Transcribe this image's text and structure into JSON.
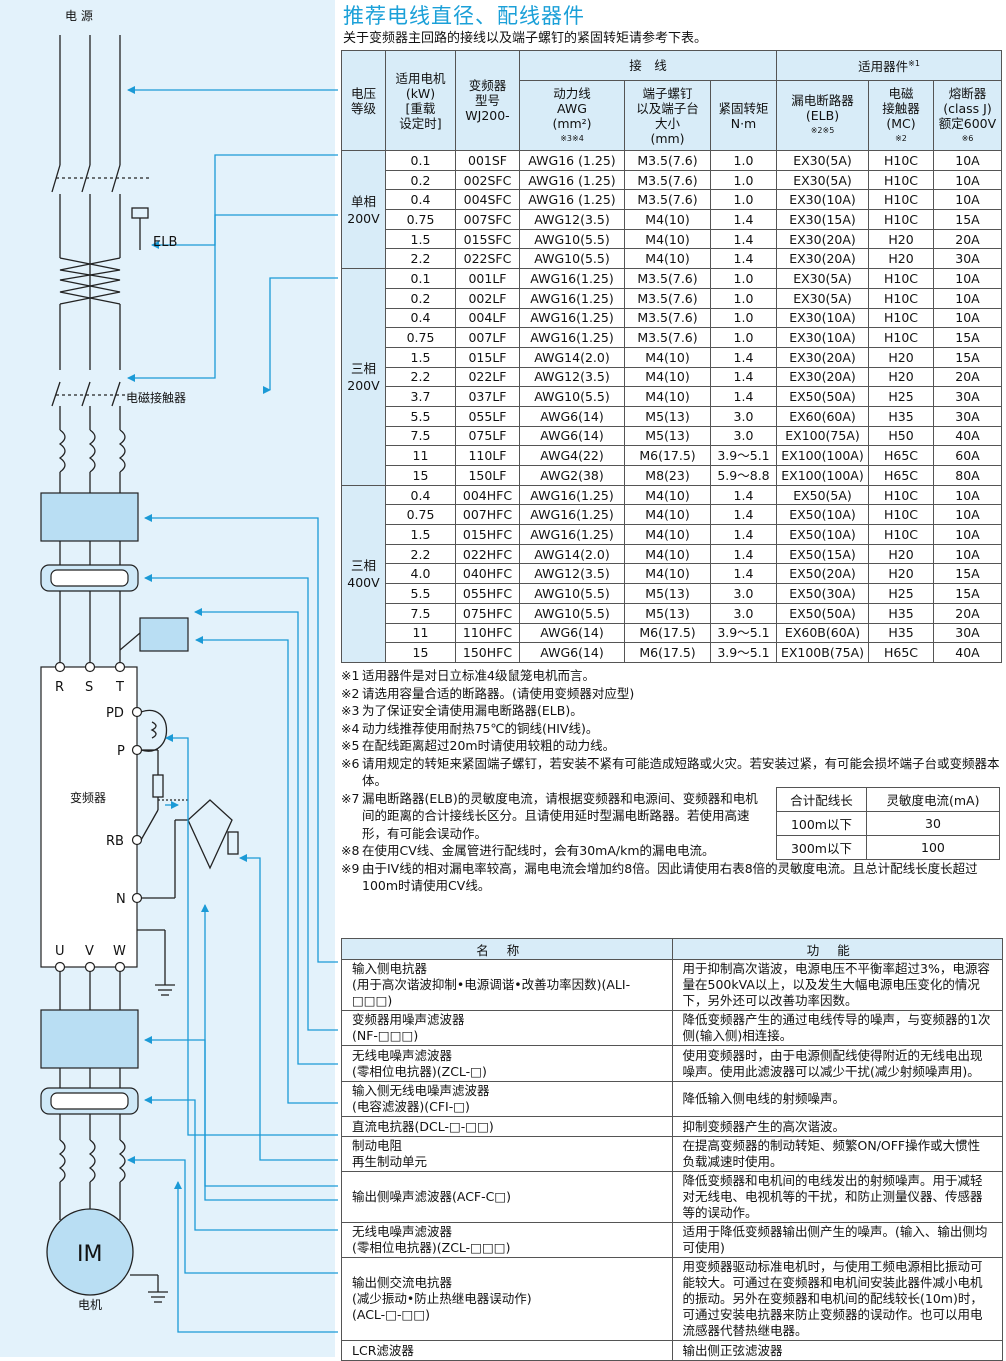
{
  "title": "推荐电线直径、配线器件",
  "subtitle": "关于变频器主回路的接线以及端子螺钉的紧固转矩请参考下表。",
  "diagram": {
    "power_label": "电 源",
    "elb_label": "ELB",
    "contactor_label": "电磁接触器",
    "inverter_label": "变频器",
    "motor_symbol": "IM",
    "motor_label": "电机",
    "terminals_in": [
      "R",
      "S",
      "T"
    ],
    "terminals_out": [
      "U",
      "V",
      "W"
    ],
    "terminal_pd": "PD",
    "terminal_p": "P",
    "terminal_rb": "RB",
    "terminal_n": "N"
  },
  "main_table": {
    "headers": {
      "voltage": [
        "电压",
        "等级"
      ],
      "motor": [
        "适用电机",
        "(kW)",
        "[重载",
        "设定时]"
      ],
      "model": [
        "变频器",
        "型号",
        "WJ200-"
      ],
      "wiring": "接　线",
      "devices": "适用器件",
      "devices_note": "※1",
      "power_line": [
        "动力线",
        "AWG",
        "(mm²)"
      ],
      "power_line_note": "※3※4",
      "screw": [
        "端子螺钉",
        "以及端子台",
        "大小",
        "(mm)"
      ],
      "torque": [
        "紧固转矩",
        "N·m"
      ],
      "elb": [
        "漏电断路器",
        "(ELB)"
      ],
      "elb_note": "※2※5",
      "mc": [
        "电磁",
        "接触器",
        "(MC)"
      ],
      "mc_note": "※2",
      "fuse": [
        "熔断器",
        "(class J)",
        "额定600V"
      ],
      "fuse_note": "※6"
    },
    "groups": [
      {
        "voltage": [
          "单相",
          "200V"
        ],
        "rows": [
          [
            "0.1",
            "001SF",
            "AWG16 (1.25)",
            "M3.5(7.6)",
            "1.0",
            "EX30(5A)",
            "H10C",
            "10A"
          ],
          [
            "0.2",
            "002SFC",
            "AWG16 (1.25)",
            "M3.5(7.6)",
            "1.0",
            "EX30(5A)",
            "H10C",
            "10A"
          ],
          [
            "0.4",
            "004SFC",
            "AWG16 (1.25)",
            "M3.5(7.6)",
            "1.0",
            "EX30(10A)",
            "H10C",
            "10A"
          ],
          [
            "0.75",
            "007SFC",
            "AWG12(3.5)",
            "M4(10)",
            "1.4",
            "EX30(15A)",
            "H10C",
            "15A"
          ],
          [
            "1.5",
            "015SFC",
            "AWG10(5.5)",
            "M4(10)",
            "1.4",
            "EX30(20A)",
            "H20",
            "20A"
          ],
          [
            "2.2",
            "022SFC",
            "AWG10(5.5)",
            "M4(10)",
            "1.4",
            "EX30(20A)",
            "H20",
            "30A"
          ]
        ]
      },
      {
        "voltage": [
          "三相",
          "200V"
        ],
        "rows": [
          [
            "0.1",
            "001LF",
            "AWG16(1.25)",
            "M3.5(7.6)",
            "1.0",
            "EX30(5A)",
            "H10C",
            "10A"
          ],
          [
            "0.2",
            "002LF",
            "AWG16(1.25)",
            "M3.5(7.6)",
            "1.0",
            "EX30(5A)",
            "H10C",
            "10A"
          ],
          [
            "0.4",
            "004LF",
            "AWG16(1.25)",
            "M3.5(7.6)",
            "1.0",
            "EX30(10A)",
            "H10C",
            "10A"
          ],
          [
            "0.75",
            "007LF",
            "AWG16(1.25)",
            "M3.5(7.6)",
            "1.0",
            "EX30(10A)",
            "H10C",
            "15A"
          ],
          [
            "1.5",
            "015LF",
            "AWG14(2.0)",
            "M4(10)",
            "1.4",
            "EX30(20A)",
            "H20",
            "15A"
          ],
          [
            "2.2",
            "022LF",
            "AWG12(3.5)",
            "M4(10)",
            "1.4",
            "EX30(20A)",
            "H20",
            "20A"
          ],
          [
            "3.7",
            "037LF",
            "AWG10(5.5)",
            "M4(10)",
            "1.4",
            "EX50(50A)",
            "H25",
            "30A"
          ],
          [
            "5.5",
            "055LF",
            "AWG6(14)",
            "M5(13)",
            "3.0",
            "EX60(60A)",
            "H35",
            "30A"
          ],
          [
            "7.5",
            "075LF",
            "AWG6(14)",
            "M5(13)",
            "3.0",
            "EX100(75A)",
            "H50",
            "40A"
          ],
          [
            "11",
            "110LF",
            "AWG4(22)",
            "M6(17.5)",
            "3.9～5.1",
            "EX100(100A)",
            "H65C",
            "60A"
          ],
          [
            "15",
            "150LF",
            "AWG2(38)",
            "M8(23)",
            "5.9～8.8",
            "EX100(100A)",
            "H65C",
            "80A"
          ]
        ]
      },
      {
        "voltage": [
          "三相",
          "400V"
        ],
        "rows": [
          [
            "0.4",
            "004HFC",
            "AWG16(1.25)",
            "M4(10)",
            "1.4",
            "EX50(5A)",
            "H10C",
            "10A"
          ],
          [
            "0.75",
            "007HFC",
            "AWG16(1.25)",
            "M4(10)",
            "1.4",
            "EX50(10A)",
            "H10C",
            "10A"
          ],
          [
            "1.5",
            "015HFC",
            "AWG16(1.25)",
            "M4(10)",
            "1.4",
            "EX50(10A)",
            "H10C",
            "10A"
          ],
          [
            "2.2",
            "022HFC",
            "AWG14(2.0)",
            "M4(10)",
            "1.4",
            "EX50(15A)",
            "H20",
            "10A"
          ],
          [
            "4.0",
            "040HFC",
            "AWG12(3.5)",
            "M4(10)",
            "1.4",
            "EX50(20A)",
            "H20",
            "15A"
          ],
          [
            "5.5",
            "055HFC",
            "AWG10(5.5)",
            "M5(13)",
            "3.0",
            "EX50(30A)",
            "H25",
            "15A"
          ],
          [
            "7.5",
            "075HFC",
            "AWG10(5.5)",
            "M5(13)",
            "3.0",
            "EX50(50A)",
            "H35",
            "20A"
          ],
          [
            "11",
            "110HFC",
            "AWG6(14)",
            "M6(17.5)",
            "3.9～5.1",
            "EX60B(60A)",
            "H35",
            "30A"
          ],
          [
            "15",
            "150HFC",
            "AWG6(14)",
            "M6(17.5)",
            "3.9～5.1",
            "EX100B(75A)",
            "H65C",
            "40A"
          ]
        ]
      }
    ]
  },
  "notes": [
    {
      "mark": "※1",
      "text": "适用器件是对日立标准4级鼠笼电机而言。"
    },
    {
      "mark": "※2",
      "text": "请选用容量合适的断路器。(请使用变频器对应型)"
    },
    {
      "mark": "※3",
      "text": "为了保证安全请使用漏电断路器(ELB)。"
    },
    {
      "mark": "※4",
      "text": "动力线推荐使用耐热75℃的铜线(HIV线)。"
    },
    {
      "mark": "※5",
      "text": "在配线距离超过20m时请使用较粗的动力线。"
    },
    {
      "mark": "※6",
      "text": "请用规定的转矩来紧固端子螺钉，若安装不紧有可能造成短路或火灾。若安装过紧，有可能会损坏端子台或变频器本体。"
    },
    {
      "mark": "※7",
      "text": "漏电断路器(ELB)的灵敏度电流，请根据变频器和电源间、变频器和电机间的距离的合计接线长区分。且请使用延时型漏电断路器。若使用高速形，有可能会误动作。"
    },
    {
      "mark": "※8",
      "text": "在使用CV线、金属管进行配线时，会有30mA/km的漏电电流。"
    },
    {
      "mark": "※9",
      "text": "由于IV线的相对漏电率较高，漏电电流会增加约8倍。因此请使用右表8倍的灵敏度电流。且总计配线长度长超过100m时请使用CV线。"
    }
  ],
  "sensitivity_table": {
    "headers": [
      "合计配线长",
      "灵敏度电流(mA)"
    ],
    "rows": [
      [
        "100m以下",
        "30"
      ],
      [
        "300m以下",
        "100"
      ]
    ]
  },
  "function_table": {
    "headers": [
      "名称",
      "功能"
    ],
    "rows": [
      {
        "name": [
          "输入侧电抗器",
          "(用于高次谐波抑制•电源调谐•改善功率因数)(ALI-□□□)"
        ],
        "function": "用于抑制高次谐波，电源电压不平衡率超过3%，电源容量在500kVA以上，以及发生大幅电源电压变化的情况下，另外还可以改善功率因数。"
      },
      {
        "name": [
          "变频器用噪声滤波器",
          "(NF-□□□)"
        ],
        "function": "降低变频器产生的通过电线传导的噪声，与变频器的1次侧(输入侧)相连接。"
      },
      {
        "name": [
          "无线电噪声滤波器",
          "(零相位电抗器)(ZCL-□)"
        ],
        "function": "使用变频器时，由于电源侧配线使得附近的无线电出现噪声。使用此滤波器可以减少干扰(减少射频噪声用)。"
      },
      {
        "name": [
          "输入侧无线电噪声滤波器",
          "(电容滤波器)(CFI-□)"
        ],
        "function": "降低输入侧电线的射频噪声。"
      },
      {
        "name": [
          "直流电抗器(DCL-□-□□)"
        ],
        "function": "抑制变频器产生的高次谐波。"
      },
      {
        "name": [
          "制动电阻",
          "再生制动单元"
        ],
        "function": "在提高变频器的制动转矩、频繁ON/OFF操作或大惯性负载减速时使用。"
      },
      {
        "name": [
          "输出侧噪声滤波器(ACF-C□)"
        ],
        "function": "降低变频器和电机间的电线发出的射频噪声。用于减轻对无线电、电视机等的干扰，和防止测量仪器、传感器等的误动作。"
      },
      {
        "name": [
          "无线电噪声滤波器",
          "(零相位电抗器)(ZCL-□□□)"
        ],
        "function": "适用于降低变频器输出侧产生的噪声。(输入、输出侧均可使用)"
      },
      {
        "name": [
          "输出侧交流电抗器",
          "(减少振动•防止热继电器误动作)",
          "(ACL-□-□□)"
        ],
        "function": "用变频器驱动标准电机时，与使用工频电源相比振动可能较大。可通过在变频器和电机间安装此器件减小电机的振动。另外在变频器和电机间的配线较长(10m)时，可通过安装电抗器来防止变频器的误动作。也可以用电流感器代替热继电器。"
      },
      {
        "name": [
          "LCR滤波器"
        ],
        "function": "输出侧正弦滤波器"
      }
    ]
  },
  "colors": {
    "accent": "#1ba0d8",
    "header_bg": "#d8ecf8",
    "panel_bg": "#e3f2fb",
    "arrow": "#1b9ad6"
  }
}
